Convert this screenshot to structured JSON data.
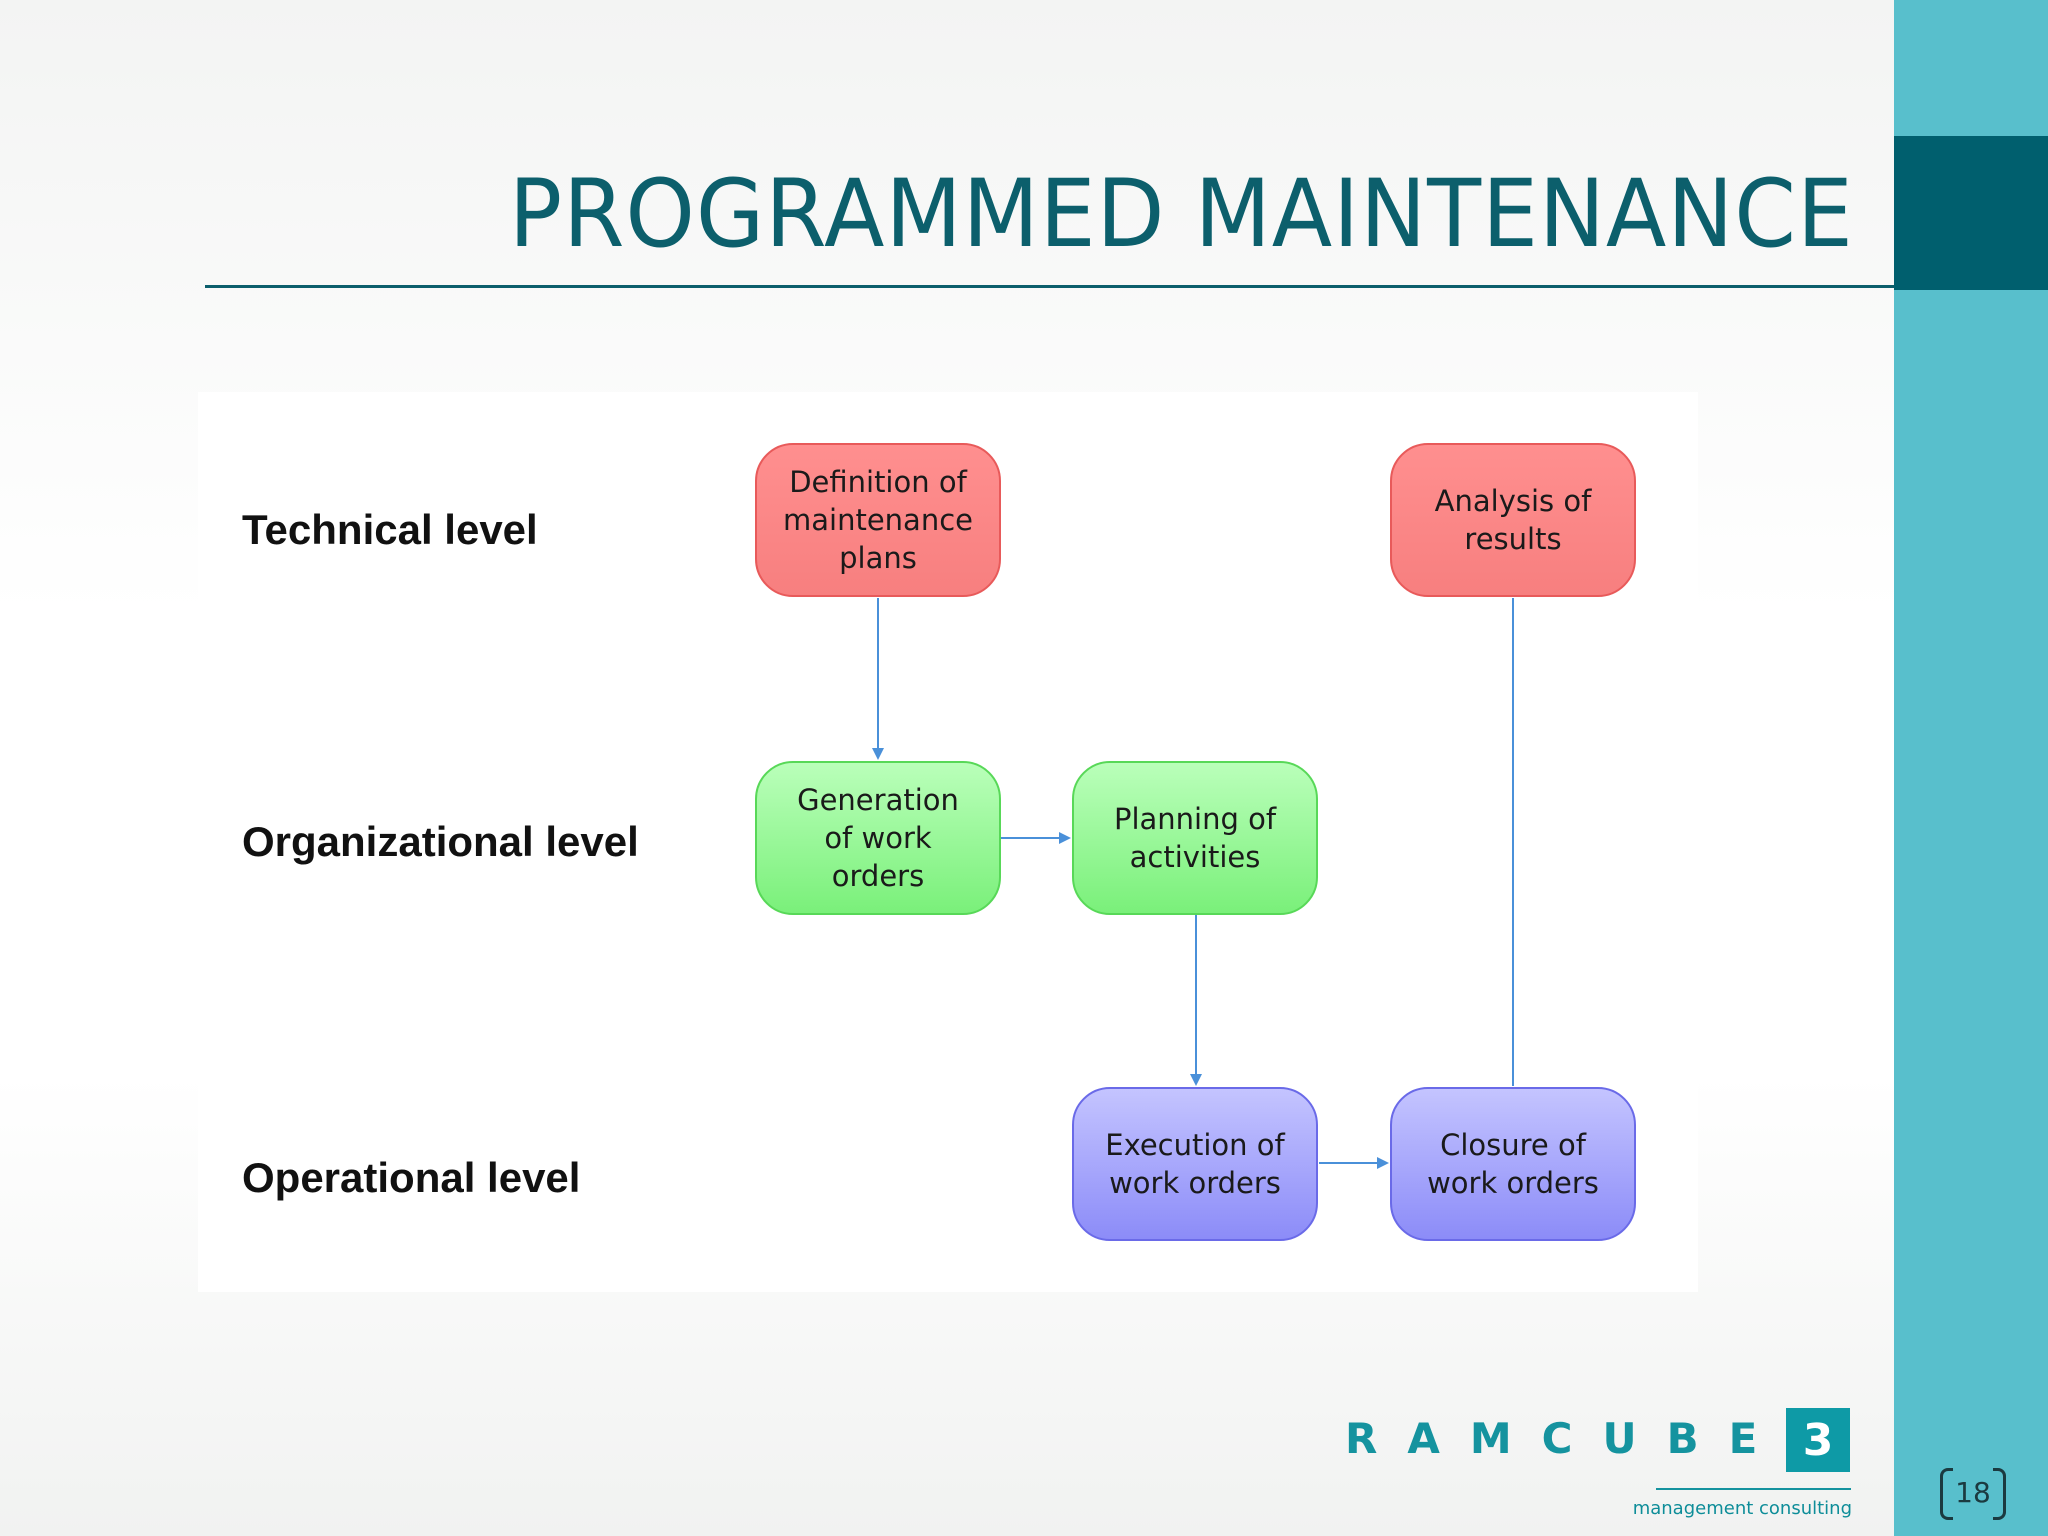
{
  "slide": {
    "title": "PROGRAMMED MAINTENANCE",
    "page_number": "18"
  },
  "levels": {
    "technical": "Technical level",
    "organizational": "Organizational level",
    "operational": "Operational level"
  },
  "nodes": {
    "definition": [
      "Definition of",
      "maintenance",
      "plans"
    ],
    "analysis": [
      "Analysis of",
      "results"
    ],
    "generation": [
      "Generation",
      "of work",
      "orders"
    ],
    "planning": [
      "Planning of",
      "activities"
    ],
    "execution": [
      "Execution of",
      "work orders"
    ],
    "closure": [
      "Closure of",
      "work orders"
    ]
  },
  "logo": {
    "word": "RAMCUBE",
    "mark": "3",
    "tagline": "management consulting"
  },
  "colors": {
    "title": "#0c5f6c",
    "band_light": "#58bfcc",
    "band_dark": "#005f6e",
    "technical_node": "#f77f7f",
    "organizational_node": "#7af07a",
    "operational_node": "#8c8cf8",
    "connector": "#4a90d9"
  }
}
